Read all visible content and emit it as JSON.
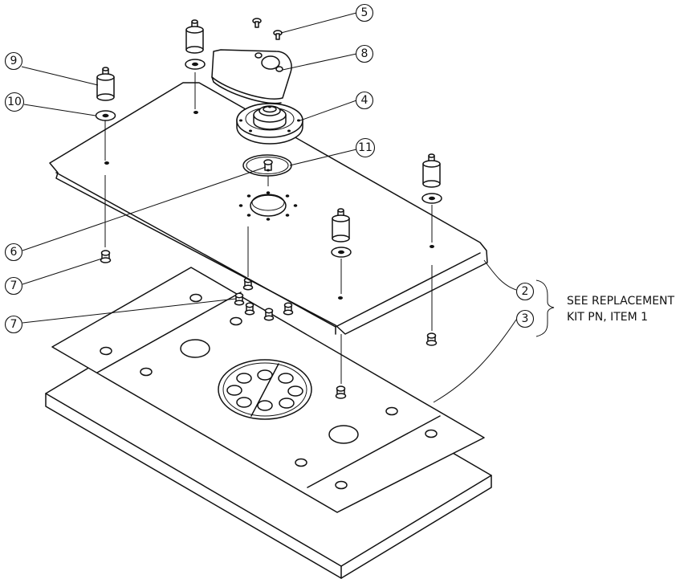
{
  "balloons": [
    {
      "label": "5"
    },
    {
      "label": "8"
    },
    {
      "label": "9"
    },
    {
      "label": "10"
    },
    {
      "label": "4"
    },
    {
      "label": "11"
    },
    {
      "label": "6"
    },
    {
      "label": "7"
    },
    {
      "label": "7"
    },
    {
      "label": "2"
    },
    {
      "label": "3"
    }
  ],
  "note": {
    "line1": "SEE REPLACEMENT",
    "line2": "KIT PN, ITEM 1"
  }
}
